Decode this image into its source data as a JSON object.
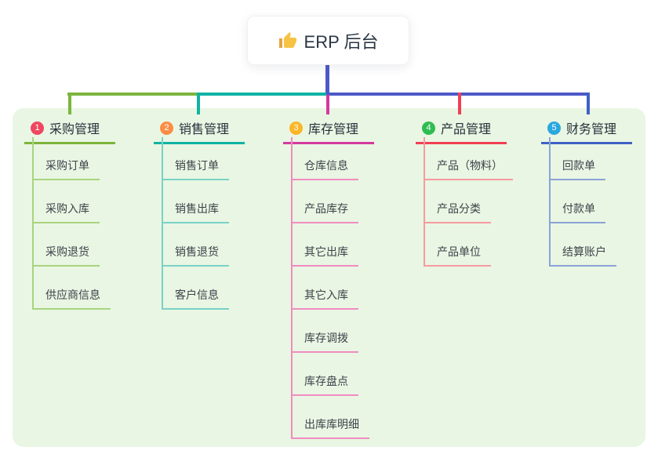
{
  "root": {
    "icon": "thumbs-up-icon",
    "title": "ERP 后台"
  },
  "connector_color": "#4c59c8",
  "panel_background": "#e9f6e3",
  "branches": [
    {
      "badge": "1",
      "label": "采购管理",
      "colors": {
        "badge": "#ef4760",
        "line": "#7cb53e",
        "child_line": "#a8d480"
      },
      "children": [
        "采购订单",
        "采购入库",
        "采购退货",
        "供应商信息"
      ]
    },
    {
      "badge": "2",
      "label": "销售管理",
      "colors": {
        "badge": "#fb8d45",
        "line": "#0fb3a3",
        "child_line": "#79d2c6"
      },
      "children": [
        "销售订单",
        "销售出库",
        "销售退货",
        "客户信息"
      ]
    },
    {
      "badge": "3",
      "label": "库存管理",
      "colors": {
        "badge": "#fbb626",
        "line": "#d4399e",
        "child_line": "#f08cc0"
      },
      "children": [
        "仓库信息",
        "产品库存",
        "其它出库",
        "其它入库",
        "库存调拨",
        "库存盘点",
        "出库库明细"
      ]
    },
    {
      "badge": "4",
      "label": "产品管理",
      "colors": {
        "badge": "#2fbd51",
        "line": "#f03f54",
        "child_line": "#f59ba0"
      },
      "children": [
        "产品（物料）",
        "产品分类",
        "产品单位"
      ]
    },
    {
      "badge": "5",
      "label": "财务管理",
      "colors": {
        "badge": "#29a8e0",
        "line": "#3e61c6",
        "child_line": "#8ba3d6"
      },
      "children": [
        "回款单",
        "付款单",
        "结算账户"
      ]
    }
  ]
}
